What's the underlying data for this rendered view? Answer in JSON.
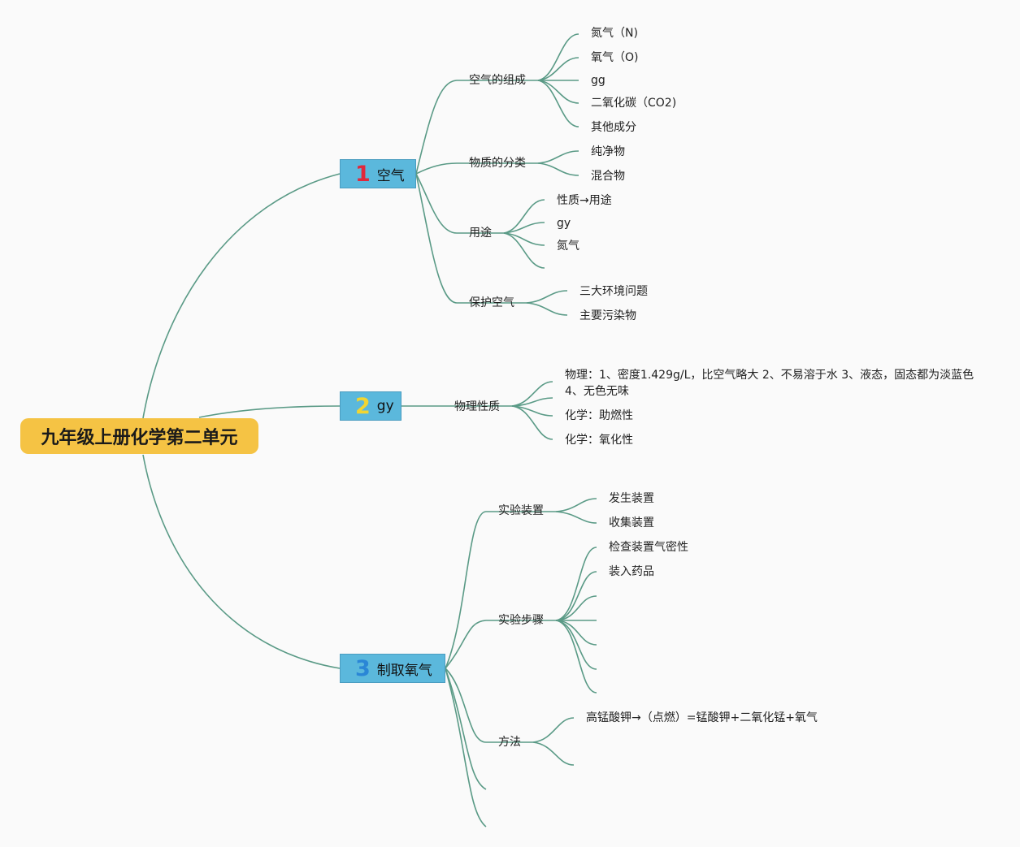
{
  "root": {
    "title": "九年级上册化学第二单元"
  },
  "branches": [
    {
      "num": "1",
      "label": "空气",
      "num_color": "#e0283c"
    },
    {
      "num": "2",
      "label": "gy",
      "num_color": "#f2d531"
    },
    {
      "num": "3",
      "label": "制取氧气",
      "num_color": "#2a86d6"
    }
  ],
  "air": {
    "composition": {
      "label": "空气的组成",
      "items": [
        "氮气（N)",
        "氧气（O)",
        "gg",
        "二氧化碳（CO2)",
        "其他成分"
      ]
    },
    "classification": {
      "label": "物质的分类",
      "items": [
        "纯净物",
        "混合物"
      ]
    },
    "uses": {
      "label": "用途",
      "items": [
        "性质→用途",
        "gy",
        "氮气"
      ]
    },
    "protect": {
      "label": "保护空气",
      "items": [
        "三大环境问题",
        "主要污染物"
      ]
    }
  },
  "gy": {
    "physical": {
      "label": "物理性质",
      "items": [
        "物理：1、密度1.429g/L，比空气略大 2、不易溶于水 3、液态，固态都为淡蓝色",
        "4、无色无味",
        "化学：助燃性",
        "化学：氧化性"
      ]
    }
  },
  "oxygen": {
    "apparatus": {
      "label": "实验装置",
      "items": [
        "发生装置",
        "收集装置"
      ]
    },
    "steps": {
      "label": "实验步骤",
      "items": [
        "检查装置气密性",
        "装入药品"
      ]
    },
    "method": {
      "label": "方法",
      "items": [
        "高锰酸钾→（点燃）=锰酸钾+二氧化锰+氧气"
      ]
    }
  },
  "colors": {
    "line": "#5a9a86",
    "root_bg": "#f5c344",
    "branch_bg": "#5bb8dc",
    "background": "#fafafa"
  }
}
